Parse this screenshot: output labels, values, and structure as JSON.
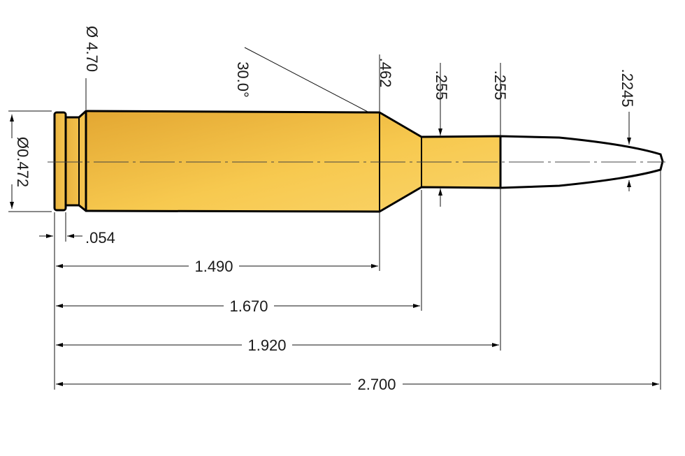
{
  "dimensions": {
    "rim_diameter": "Ø0.472",
    "rim_thickness": ".054",
    "base_diameter": "Ø 4.70",
    "shoulder_angle": "30.0°",
    "shoulder_diameter": ".462",
    "neck_diameter_rear": ".255",
    "neck_diameter_front": ".255",
    "bullet_diameter": ".2245",
    "length_to_shoulder": "1.490",
    "length_to_neck": "1.670",
    "case_length": "1.920",
    "overall_length": "2.700"
  },
  "colors": {
    "brass_light": "#f8cc58",
    "brass_dark": "#e6ab34",
    "bullet": "#ffffff",
    "line": "#000000"
  }
}
